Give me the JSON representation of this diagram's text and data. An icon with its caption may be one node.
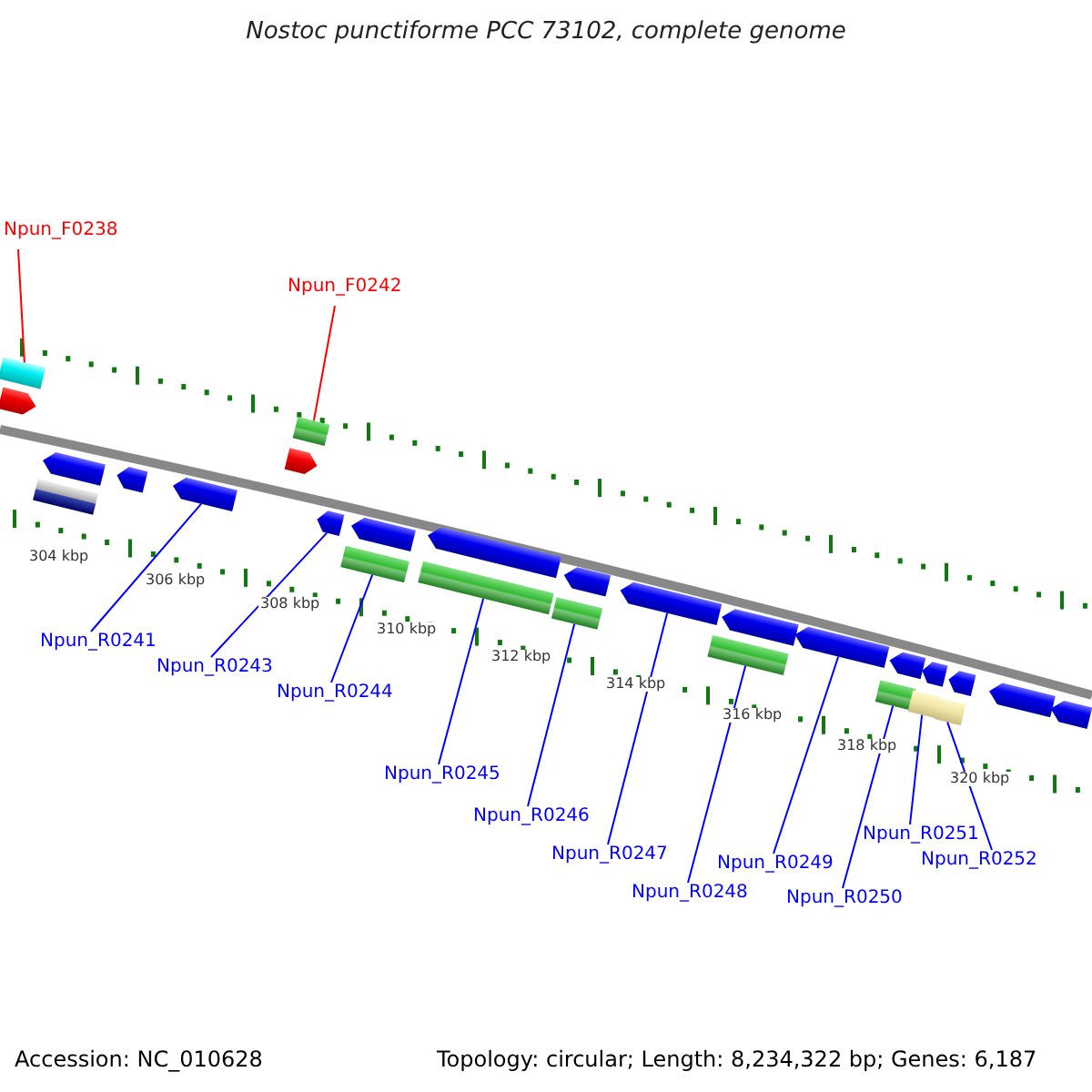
{
  "diagram": {
    "title": "Nostoc punctiforme PCC 73102, complete genome",
    "nodes": [
      {
        "text": [
          "Npun_F0238"
        ]
      },
      {
        "text": [
          "Npun_F0242"
        ]
      },
      {
        "text": [
          "Npun_R0241"
        ]
      },
      {
        "text": [
          "Npun_R0243"
        ]
      },
      {
        "text": [
          "Npun_R0244"
        ]
      },
      {
        "text": [
          "Npun_R0245"
        ]
      },
      {
        "text": [
          "Npun_R0246"
        ]
      },
      {
        "text": [
          "Npun_R0247"
        ]
      },
      {
        "text": [
          "Npun_R0248"
        ]
      },
      {
        "text": [
          "Npun_R0249"
        ]
      },
      {
        "text": [
          "Npun_R0250"
        ]
      },
      {
        "text": [
          "Npun_R0251"
        ]
      },
      {
        "text": [
          "Npun_R0252"
        ]
      },
      {
        "text": [],
        "shape": "box"
      },
      {
        "text": [],
        "shape": "arrow"
      },
      {
        "text": [],
        "shape": "box"
      },
      {
        "text": [],
        "shape": "arrow"
      },
      {
        "text": [],
        "shape": "arrow"
      },
      {
        "text": [],
        "shape": "arrow"
      },
      {
        "text": [],
        "shape": "arrow"
      },
      {
        "text": [],
        "shape": "box"
      },
      {
        "text": [],
        "shape": "arrow"
      },
      {
        "text": [],
        "shape": "box"
      },
      {
        "text": [],
        "shape": "arrow"
      },
      {
        "text": [],
        "shape": "box"
      },
      {
        "text": [],
        "shape": "arrow"
      },
      {
        "text": [],
        "shape": "box"
      },
      {
        "text": [],
        "shape": "arrow"
      },
      {
        "text": [],
        "shape": "arrow"
      },
      {
        "text": [],
        "shape": "box"
      },
      {
        "text": [],
        "shape": "arrow"
      },
      {
        "text": [],
        "shape": "arrow"
      },
      {
        "text": [],
        "shape": "box"
      },
      {
        "text": [],
        "shape": "arrow"
      },
      {
        "text": [],
        "shape": "box"
      },
      {
        "text": [],
        "shape": "arrow"
      },
      {
        "text": [],
        "shape": "box"
      },
      {
        "text": [],
        "shape": "arrow"
      },
      {
        "text": [],
        "shape": "arrow"
      },
      {
        "text": [],
        "shape": "arrow"
      }
    ],
    "edges": [
      {
        "from": 0,
        "to": 13,
        "arrow": "none",
        "color": "#ff0000"
      },
      {
        "from": 1,
        "to": 20,
        "arrow": "none",
        "color": "#ff0000"
      },
      {
        "from": 2,
        "to": 18,
        "arrow": "none"
      },
      {
        "from": 3,
        "to": 21,
        "arrow": "none"
      },
      {
        "from": 4,
        "to": 22,
        "arrow": "none"
      },
      {
        "from": 5,
        "to": 24,
        "arrow": "none"
      },
      {
        "from": 6,
        "to": 26,
        "arrow": "none"
      },
      {
        "from": 7,
        "to": 28,
        "arrow": "none"
      },
      {
        "from": 8,
        "to": 29,
        "arrow": "none"
      },
      {
        "from": 9,
        "to": 31,
        "arrow": "none"
      },
      {
        "from": 10,
        "to": 32,
        "arrow": "none"
      },
      {
        "from": 11,
        "to": 34,
        "arrow": "none"
      },
      {
        "from": 12,
        "to": 36,
        "arrow": "none"
      }
    ],
    "labels": [
      "304 kbp",
      "306 kbp",
      "308 kbp",
      "310 kbp",
      "312 kbp",
      "314 kbp",
      "316 kbp",
      "318 kbp",
      "320 kbp",
      "Accession: NC_010628",
      "Topology: circular; Length: 8,234,322 bp; Genes: 6,187"
    ]
  }
}
